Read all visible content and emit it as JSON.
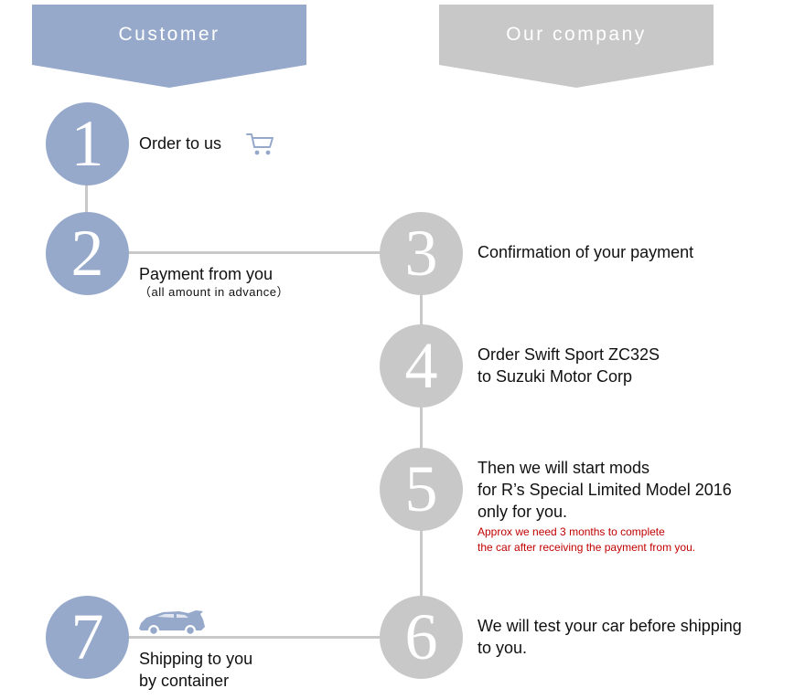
{
  "headers": {
    "customer": "Customer",
    "company": "Our company"
  },
  "steps": [
    {
      "number": "1",
      "lines": [
        "Order to us"
      ]
    },
    {
      "number": "2",
      "lines": [
        "Payment from you"
      ],
      "sub": "（all amount in advance）"
    },
    {
      "number": "3",
      "lines": [
        "Confirmation of your payment"
      ]
    },
    {
      "number": "4",
      "lines": [
        "Order Swift Sport ZC32S",
        "to Suzuki Motor Corp"
      ]
    },
    {
      "number": "5",
      "lines": [
        "Then we will start mods",
        "for R’s Special Limited Model 2016",
        "only for you."
      ],
      "note": [
        "Approx we need 3 months to complete",
        "the car after receiving the payment from you."
      ]
    },
    {
      "number": "6",
      "lines": [
        "We will test your car before shipping",
        "to you."
      ]
    },
    {
      "number": "7",
      "lines": [
        "Shipping to you",
        "by container"
      ]
    }
  ],
  "colors": {
    "customer": "#96a9cb",
    "company": "#c8c8c8",
    "connector": "#c9c9c9",
    "note": "#c00000"
  },
  "icons": {
    "step1": "shopping-cart-icon",
    "step7": "car-icon"
  }
}
